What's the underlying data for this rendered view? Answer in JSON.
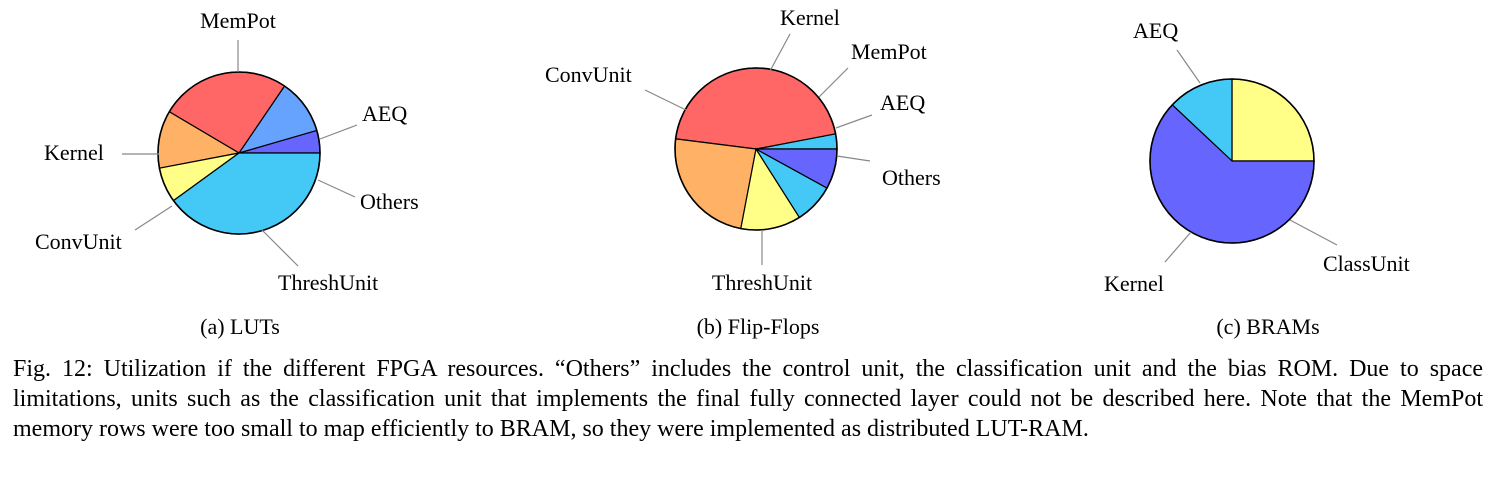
{
  "chart_data": [
    {
      "type": "pie",
      "subcaption": "(a) LUTs",
      "slices": [
        {
          "label": "AEQ",
          "value": 4.5,
          "color": "#6666ff"
        },
        {
          "label": "Others",
          "value": 11,
          "color": "#66a3ff"
        },
        {
          "label": "ThreshUnit",
          "value": 26,
          "color": "#ff6666"
        },
        {
          "label": "ConvUnit",
          "value": 11.5,
          "color": "#ffb266"
        },
        {
          "label": "Kernel",
          "value": 7,
          "color": "#ffff88"
        },
        {
          "label": "MemPot",
          "value": 40,
          "color": "#44c8f5"
        }
      ]
    },
    {
      "type": "pie",
      "subcaption": "(b) Flip-Flops",
      "slices": [
        {
          "label": "Others",
          "value": 3,
          "color": "#44c8f5"
        },
        {
          "label": "ThreshUnit",
          "value": 45,
          "color": "#ff6666"
        },
        {
          "label": "ConvUnit",
          "value": 24,
          "color": "#ffb266"
        },
        {
          "label": "Kernel",
          "value": 12,
          "color": "#ffff88"
        },
        {
          "label": "MemPot",
          "value": 8,
          "color": "#44c8f5"
        },
        {
          "label": "AEQ",
          "value": 8,
          "color": "#6666ff"
        }
      ]
    },
    {
      "type": "pie",
      "subcaption": "(c) BRAMs",
      "slices": [
        {
          "label": "ClassUnit",
          "value": 25,
          "color": "#ffff88"
        },
        {
          "label": "Kernel",
          "value": 13,
          "color": "#44c8f5"
        },
        {
          "label": "AEQ",
          "value": 62,
          "color": "#6666ff"
        }
      ]
    }
  ],
  "caption": "Fig. 12: Utilization if the different FPGA resources. “Others” includes the control unit, the classification unit and the bias ROM. Due to space limitations, units such as the classification unit that implements the final fully connected layer could not be described here. Note that the MemPot memory rows were too small to map efficiently to BRAM, so they were implemented as distributed LUT-RAM."
}
